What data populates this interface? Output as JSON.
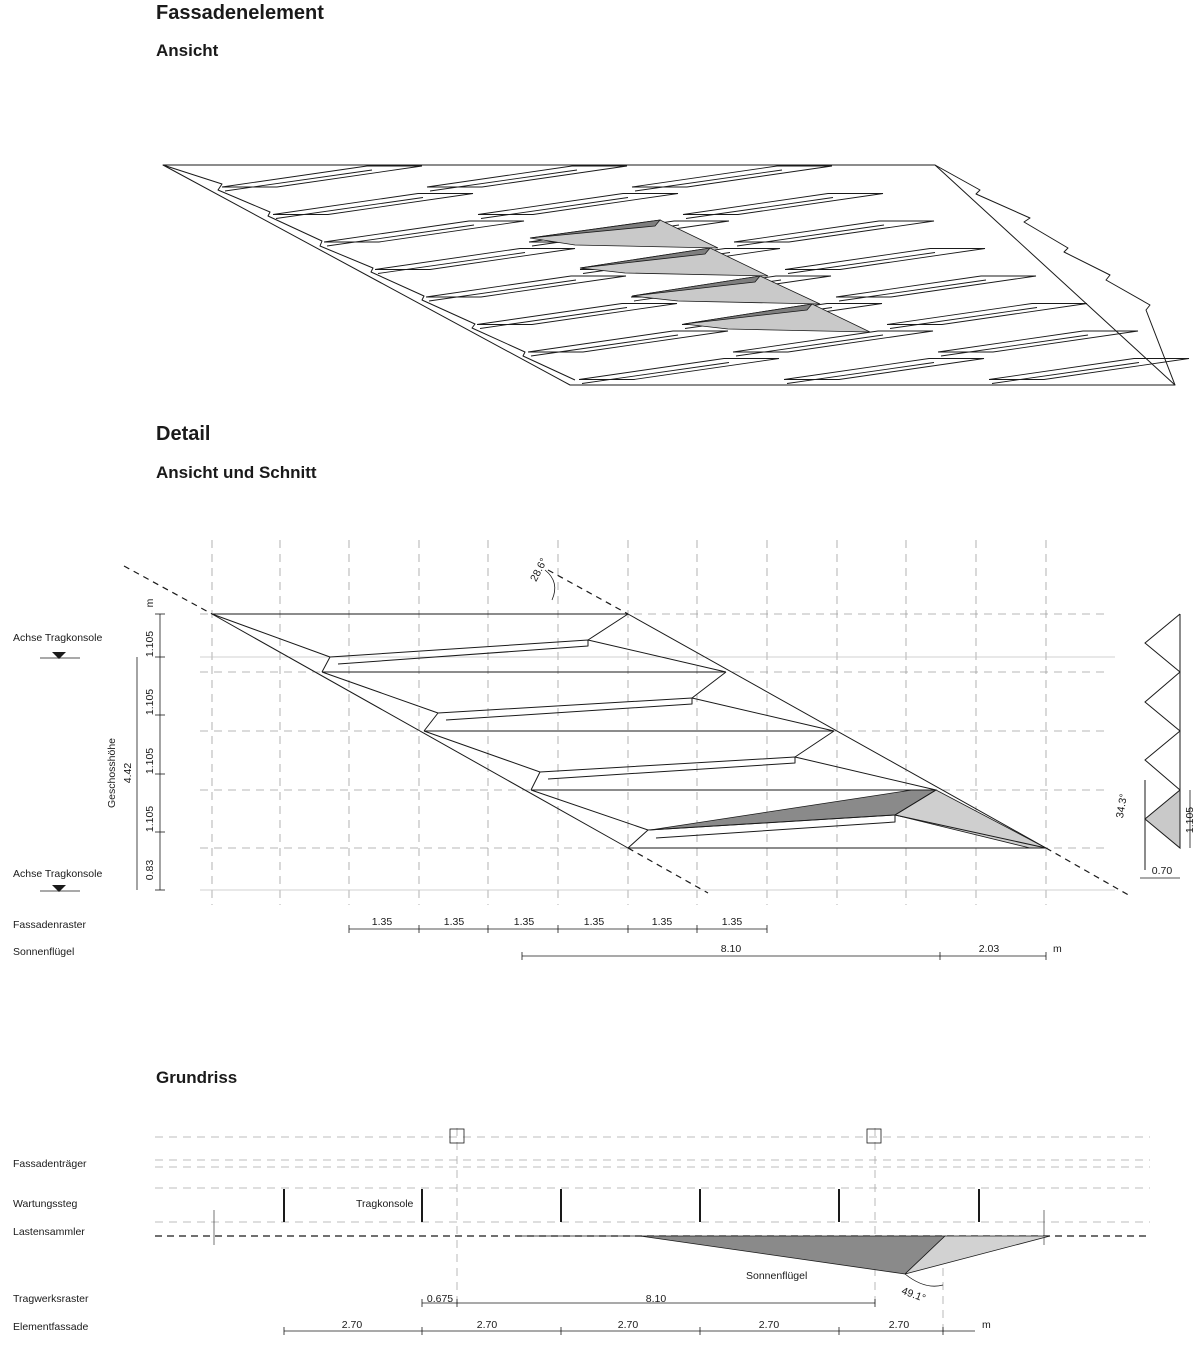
{
  "sections": {
    "fassadenelement": {
      "title": "Fassadenelement",
      "subtitle": "Ansicht"
    },
    "detail": {
      "title": "Detail",
      "subtitle": "Ansicht und Schnitt"
    },
    "grundriss": {
      "subtitle": "Grundriss"
    }
  },
  "detail": {
    "labels": {
      "achse_top": "Achse Tragkonsole",
      "achse_bottom": "Achse Tragkonsole",
      "fassadenraster": "Fassadenraster",
      "sonnenfluegel": "Sonnenflügel"
    },
    "unit": "m",
    "angle": "28.6°",
    "section_angle": "34.3°",
    "geschosshoehe_label": "Geschosshöhe",
    "geschosshoehe_value": "4.42",
    "vertical_dims": [
      "1.105",
      "1.105",
      "1.105",
      "1.105",
      "0.83"
    ],
    "section_height": "1.105",
    "section_width": "0.70",
    "fassadenraster_dims": [
      "1.35",
      "1.35",
      "1.35",
      "1.35",
      "1.35",
      "1.35"
    ],
    "sonnenfluegel_dims": [
      "8.10",
      "2.03"
    ],
    "sonnenfluegel_unit": "m"
  },
  "grundriss": {
    "labels": {
      "fassadentraeger": "Fassadenträger",
      "wartungssteg": "Wartungssteg",
      "lastensammler": "Lastensammler",
      "tragwerksraster": "Tragwerksraster",
      "elementfassade": "Elementfassade"
    },
    "tragkonsole": "Tragkonsole",
    "sonnenfluegel": "Sonnenflügel",
    "angle": "49.1°",
    "tragwerksraster_dims": [
      "0.675",
      "8.10"
    ],
    "elementfassade_dims": [
      "2.70",
      "2.70",
      "2.70",
      "2.70",
      "2.70"
    ],
    "unit": "m"
  },
  "colors": {
    "line": "#1a1a1a",
    "grid": "#9a9a9a",
    "dark_fill": "#8a8a8a",
    "light_fill": "#cfcfcf"
  }
}
